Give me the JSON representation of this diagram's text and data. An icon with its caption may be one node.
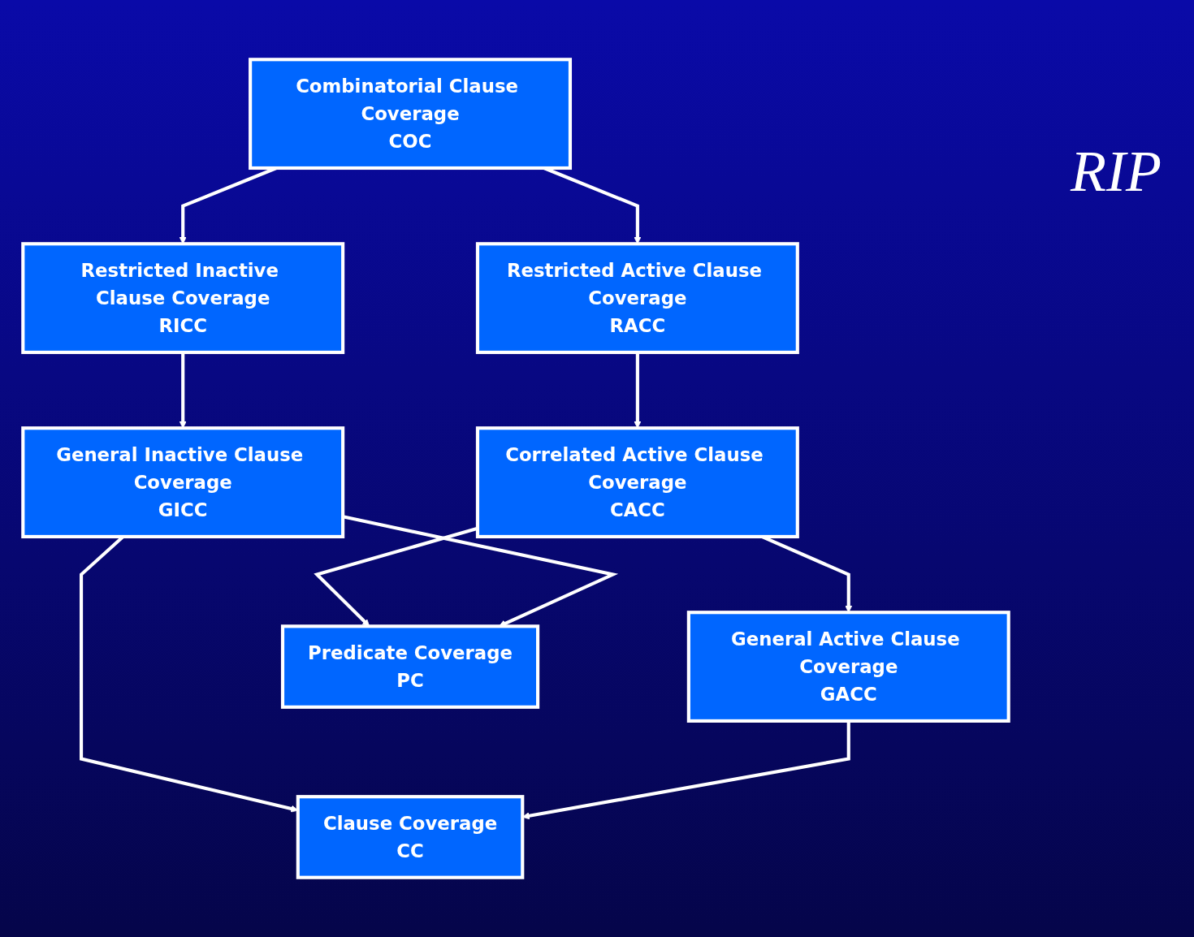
{
  "diagram": {
    "nodes": [
      {
        "text": [
          "Combinatorial Clause Coverage",
          "COC"
        ]
      },
      {
        "text": [
          "Restricted Active Clause Coverage",
          "RACC"
        ]
      },
      {
        "text": [
          "Restricted Inactive Clause Coverage",
          "RICC"
        ]
      },
      {
        "text": [
          "Correlated Active Clause Coverage",
          "CACC"
        ]
      },
      {
        "text": [
          "General Inactive Clause Coverage",
          "GICC"
        ]
      },
      {
        "text": [
          "General Active Clause Coverage",
          "GACC"
        ]
      },
      {
        "text": [
          "Clause Coverage",
          "CC"
        ]
      },
      {
        "text": [
          "Predicate Coverage",
          "PC"
        ]
      }
    ],
    "edges": [
      {
        "from": 0,
        "to": 1,
        "arrow": "to"
      },
      {
        "from": 0,
        "to": 2,
        "arrow": "to"
      },
      {
        "from": 1,
        "to": 3,
        "arrow": "to"
      },
      {
        "from": 2,
        "to": 4,
        "arrow": "to"
      },
      {
        "from": 3,
        "to": 5,
        "arrow": "to"
      },
      {
        "from": 3,
        "to": 7,
        "arrow": "to"
      },
      {
        "from": 4,
        "to": 6,
        "arrow": "to"
      },
      {
        "from": 4,
        "to": 7,
        "arrow": "to"
      },
      {
        "from": 5,
        "to": 6,
        "arrow": "to"
      }
    ],
    "labels": [
      "RIP"
    ]
  }
}
